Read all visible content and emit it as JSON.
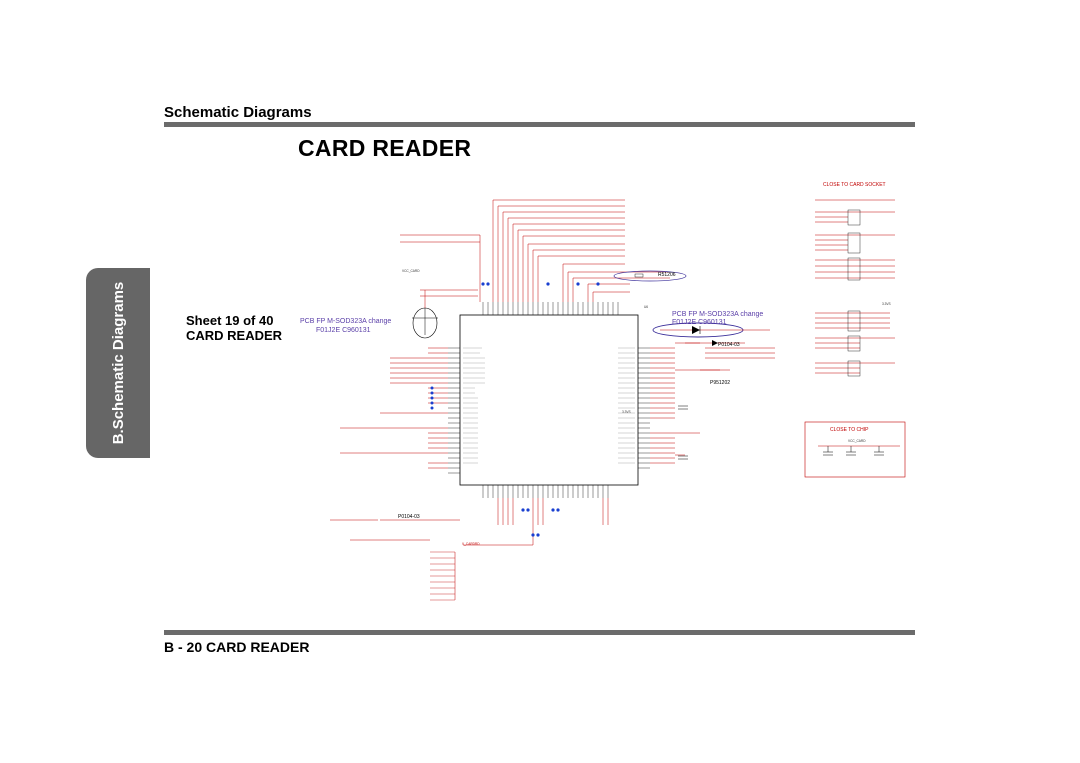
{
  "header": {
    "section_title": "Schematic  Diagrams",
    "main_title": "CARD READER"
  },
  "side_tab": {
    "label": "B.Schematic  Diagrams"
  },
  "sheet": {
    "line": "Sheet 19 of 40",
    "sub": "CARD READER"
  },
  "footer": {
    "title": "B - 20  CARD READER"
  },
  "schematic": {
    "note_left_1": "PCB FP M-SOD323A change",
    "note_left_2": "F01J2E C960131",
    "note_right_1": "PCB FP M-SOD323A change",
    "note_right_2": "F01J2E C960131",
    "close_to_card_socket": "CLOSE TO CARD SOCKET",
    "close_to_chip": "CLOSE TO CHIP",
    "ref_p0104_top": "P0104-03",
    "ref_p0104_bottom": "P0104-03",
    "ref_r51206": "R51206",
    "ref_p951202": "P951202",
    "vcc_card": "VCC_CARD",
    "v33": "3.3VS",
    "v33b": "3.3VS",
    "u6": "U6",
    "v_cardrd": "V_CARDRD"
  },
  "colors": {
    "wire": "#c00000",
    "note": "#5a3fa8",
    "chip_outline": "#000000",
    "bar": "#6b6b6b",
    "pin_marker": "#1a3fd0"
  }
}
